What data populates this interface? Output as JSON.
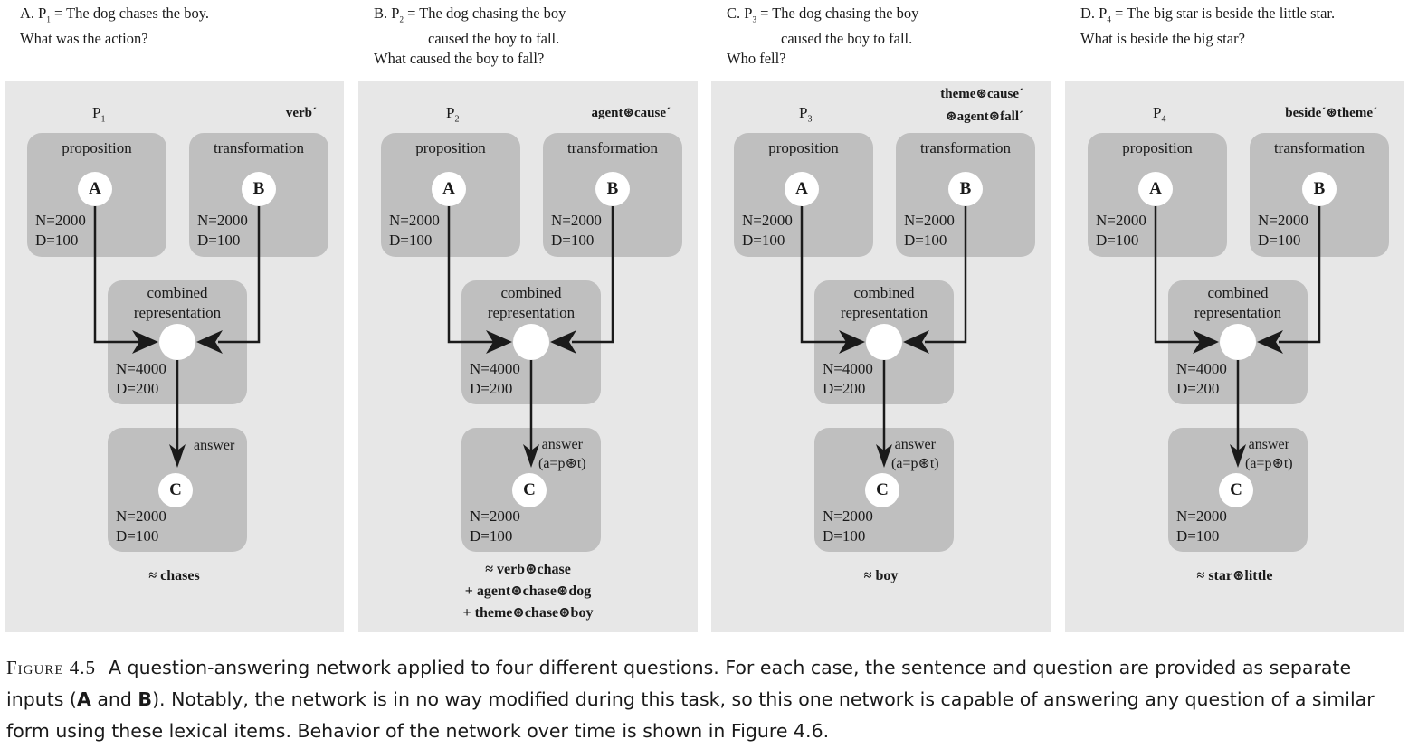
{
  "panels": [
    {
      "id": "a",
      "header": {
        "prefix": "A. P",
        "sub": "1",
        "sentence": " = The dog chases the boy.",
        "continuation": "",
        "question": "What was the action?"
      },
      "proposition_title": {
        "letter": "P",
        "sub": "1"
      },
      "transformation_title": [
        "verb´"
      ],
      "proposition_box": {
        "label": "proposition",
        "node": "A",
        "n": "N=2000",
        "d": "D=100"
      },
      "transformation_box": {
        "label": "transformation",
        "node": "B",
        "n": "N=2000",
        "d": "D=100"
      },
      "combined_box": {
        "label_line1": "combined",
        "label_line2": "representation",
        "n": "N=4000",
        "d": "D=200"
      },
      "answer_box": {
        "label_line1": "answer",
        "label_line2": "",
        "node": "C",
        "n": "N=2000",
        "d": "D=100"
      },
      "result": [
        "≈ chases"
      ]
    },
    {
      "id": "b",
      "header": {
        "prefix": "B. P",
        "sub": "2",
        "sentence": " = The dog chasing the boy",
        "continuation": "caused the boy to fall.",
        "question": "What caused the boy to fall?"
      },
      "proposition_title": {
        "letter": "P",
        "sub": "2"
      },
      "transformation_title": [
        "agent⊛cause´"
      ],
      "proposition_box": {
        "label": "proposition",
        "node": "A",
        "n": "N=2000",
        "d": "D=100"
      },
      "transformation_box": {
        "label": "transformation",
        "node": "B",
        "n": "N=2000",
        "d": "D=100"
      },
      "combined_box": {
        "label_line1": "combined",
        "label_line2": "representation",
        "n": "N=4000",
        "d": "D=200"
      },
      "answer_box": {
        "label_line1": "answer",
        "label_line2": "(a=p⊛t)",
        "node": "C",
        "n": "N=2000",
        "d": "D=100"
      },
      "result": [
        "≈ verb⊛chase",
        "+ agent⊛chase⊛dog",
        "+ theme⊛chase⊛boy"
      ]
    },
    {
      "id": "c",
      "header": {
        "prefix": "C. P",
        "sub": "3",
        "sentence": " = The dog chasing the boy",
        "continuation": "caused the boy to fall.",
        "question": "Who fell?"
      },
      "proposition_title": {
        "letter": "P",
        "sub": "3"
      },
      "transformation_title": [
        "theme⊛cause´",
        "⊛agent⊛fall´"
      ],
      "proposition_box": {
        "label": "proposition",
        "node": "A",
        "n": "N=2000",
        "d": "D=100"
      },
      "transformation_box": {
        "label": "transformation",
        "node": "B",
        "n": "N=2000",
        "d": "D=100"
      },
      "combined_box": {
        "label_line1": "combined",
        "label_line2": "representation",
        "n": "N=4000",
        "d": "D=200"
      },
      "answer_box": {
        "label_line1": "answer",
        "label_line2": "(a=p⊛t)",
        "node": "C",
        "n": "N=2000",
        "d": "D=100"
      },
      "result": [
        "≈ boy"
      ]
    },
    {
      "id": "d",
      "header": {
        "prefix": "D. P",
        "sub": "4",
        "sentence": " = The big star is beside the little star.",
        "continuation": "",
        "question": "What is beside the big star?"
      },
      "proposition_title": {
        "letter": "P",
        "sub": "4"
      },
      "transformation_title": [
        "beside´⊛theme´"
      ],
      "proposition_box": {
        "label": "proposition",
        "node": "A",
        "n": "N=2000",
        "d": "D=100"
      },
      "transformation_box": {
        "label": "transformation",
        "node": "B",
        "n": "N=2000",
        "d": "D=100"
      },
      "combined_box": {
        "label_line1": "combined",
        "label_line2": "representation",
        "n": "N=4000",
        "d": "D=200"
      },
      "answer_box": {
        "label_line1": "answer",
        "label_line2": "(a=p⊛t)",
        "node": "C",
        "n": "N=2000",
        "d": "D=100"
      },
      "result": [
        "≈ star⊛little"
      ]
    }
  ],
  "caption": {
    "figure_label": "Figure 4.5",
    "text_1": "A question-answering network applied to four different questions. For each case, the sentence and question are provided as separate inputs (",
    "bold_a": "A",
    "text_2": " and ",
    "bold_b": "B",
    "text_3": "). Notably, the network is in no way modified during this task, so this one network is capable of answering any question of a similar form using these lexical items. Behavior of the network over time is shown in Figure 4.6."
  },
  "colors": {
    "panel_bg": "#e7e7e7",
    "box_bg": "#bfbfbf",
    "node_fill": "#ffffff",
    "arrow": "#1a1a1a"
  }
}
